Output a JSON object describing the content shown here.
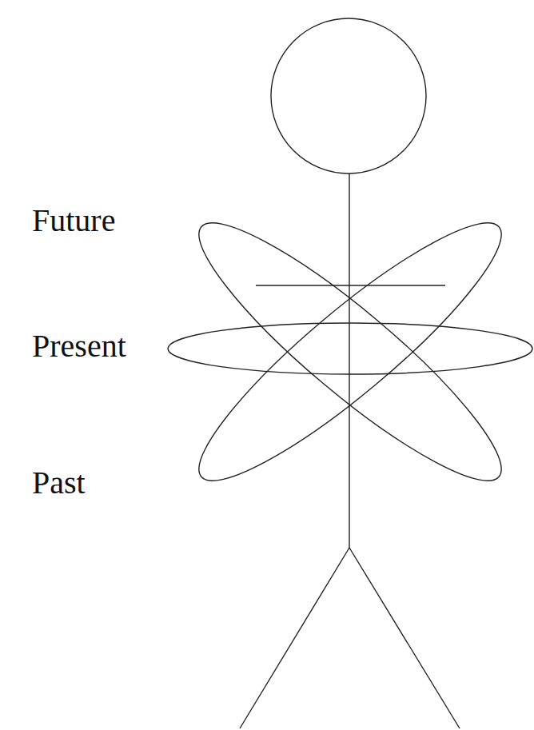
{
  "diagram": {
    "labels": [
      "Future",
      "Present",
      "Past"
    ]
  }
}
